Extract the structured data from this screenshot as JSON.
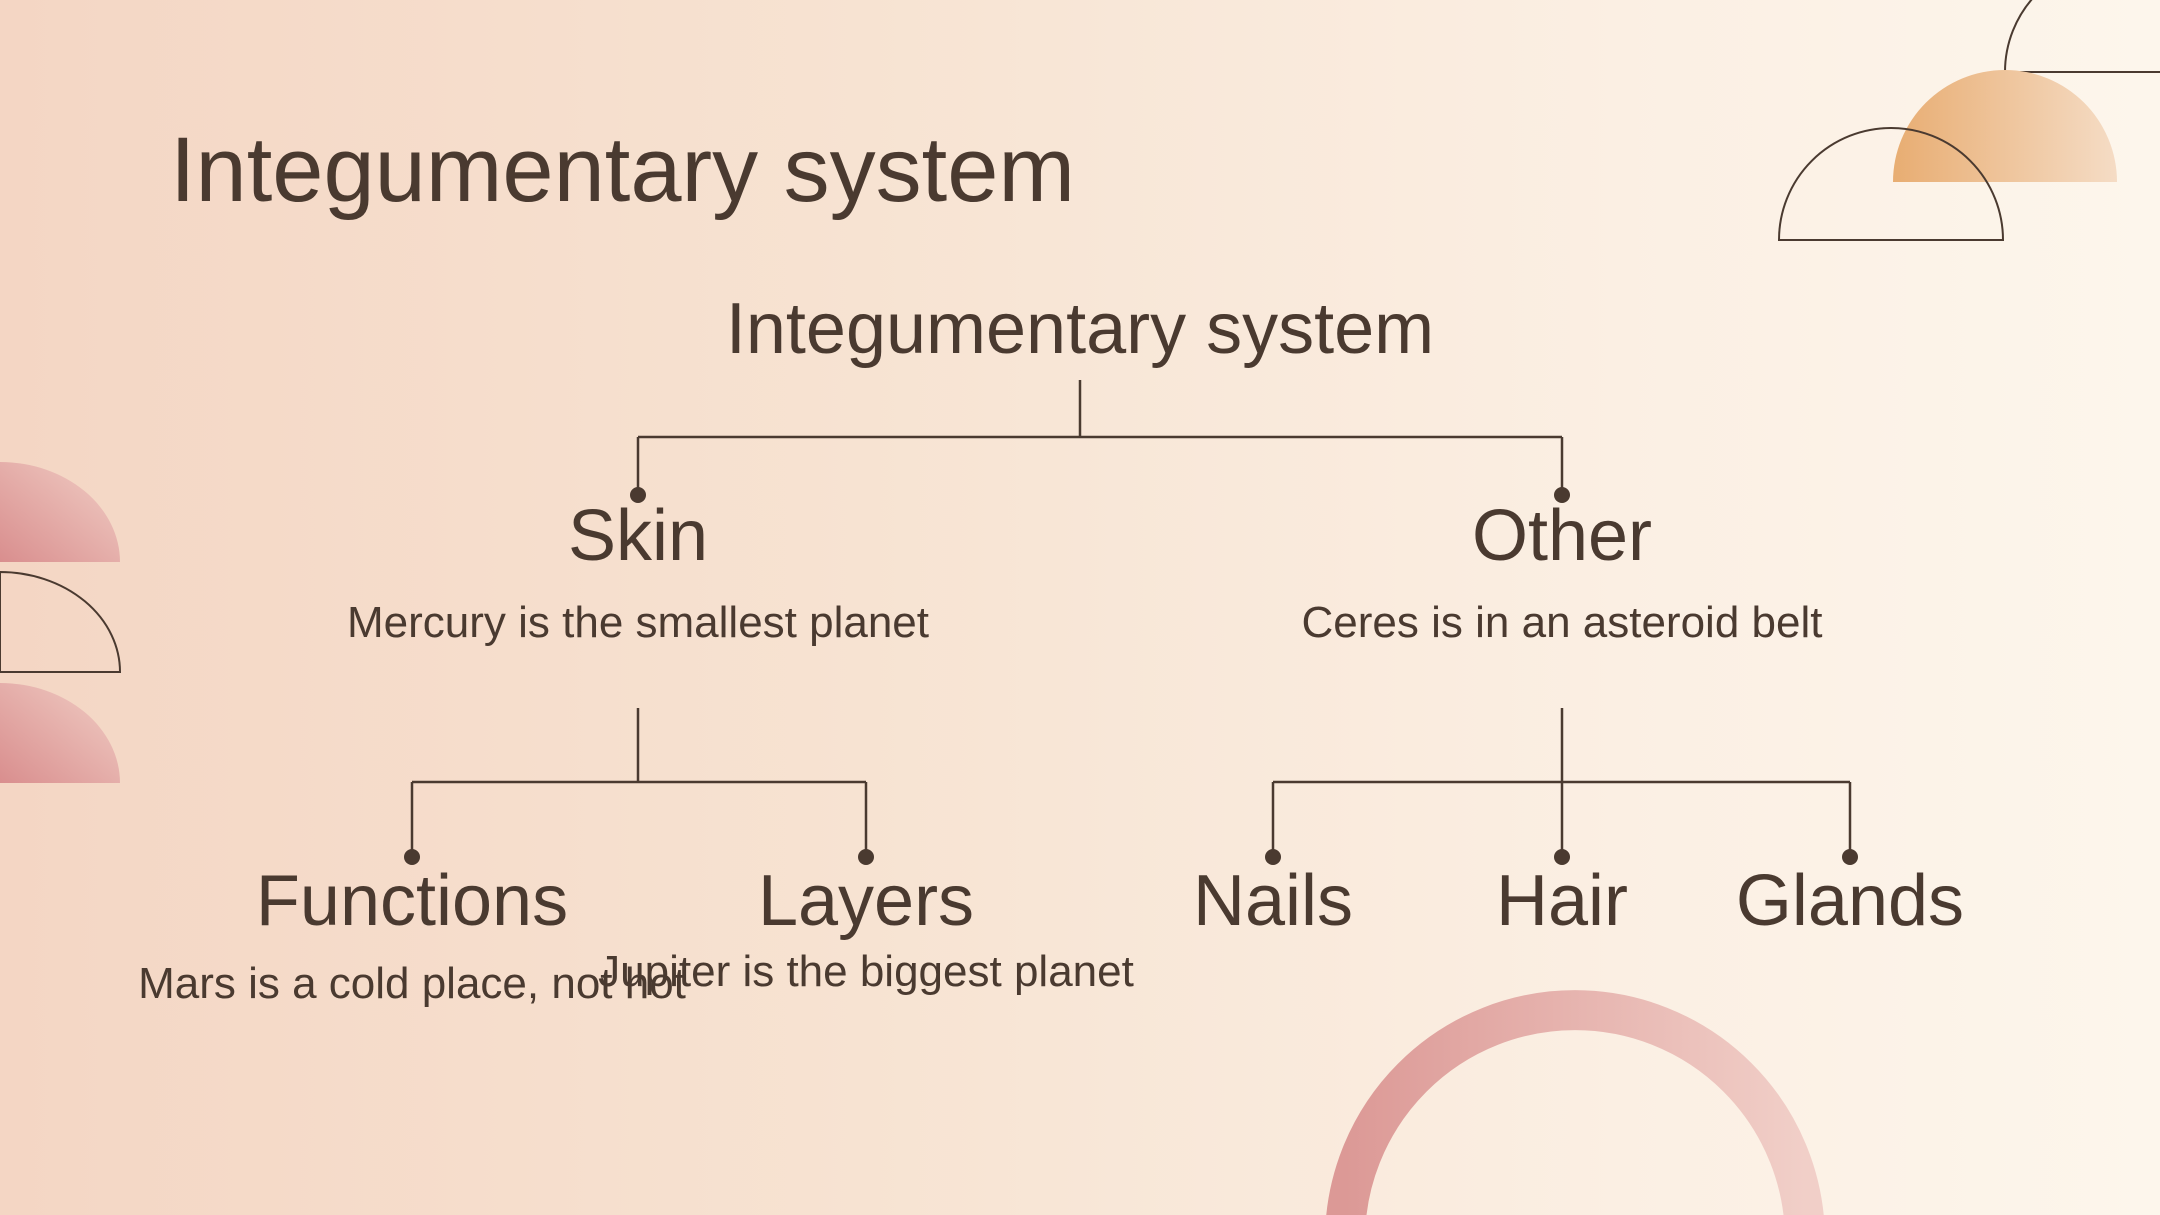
{
  "slide": {
    "title": "Integumentary system"
  },
  "diagram": {
    "root": "Integumentary system",
    "skin": {
      "title": "Skin",
      "desc": "Mercury is the smallest planet",
      "children": [
        {
          "title": "Functions",
          "desc": "Mars is a cold place, not hot"
        },
        {
          "title": "Layers",
          "desc": "Jupiter is the biggest planet"
        }
      ]
    },
    "other": {
      "title": "Other",
      "desc": "Ceres is in an asteroid belt",
      "children": [
        {
          "title": "Nails"
        },
        {
          "title": "Hair"
        },
        {
          "title": "Glands"
        }
      ]
    }
  },
  "colors": {
    "text": "#4a3a30",
    "line": "#4a3a30",
    "accent_orange": "#e9b17a",
    "accent_pink": "#e0a6a4"
  }
}
